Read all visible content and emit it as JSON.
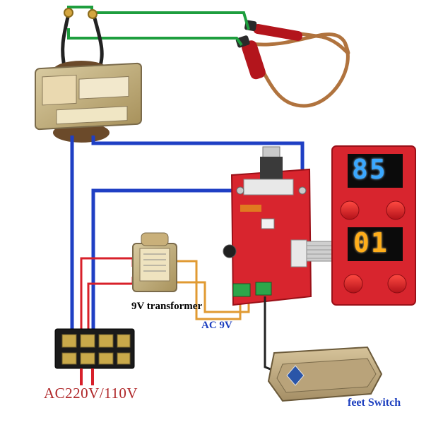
{
  "labels": {
    "transformer_9v": "9V transformer",
    "ac_9v": "AC 9V",
    "mains": "AC220V/110V",
    "feet_switch": "feet Switch"
  },
  "displays": {
    "top": "85",
    "bottom": "01"
  },
  "colors": {
    "wire_blue": "#1f3fc4",
    "wire_green": "#1e9e3e",
    "wire_red": "#d8202a",
    "wire_orange": "#e09a32",
    "pcb_red": "#d8252e",
    "display_blue": "#3aa8ff",
    "display_amber": "#ffae1a"
  }
}
